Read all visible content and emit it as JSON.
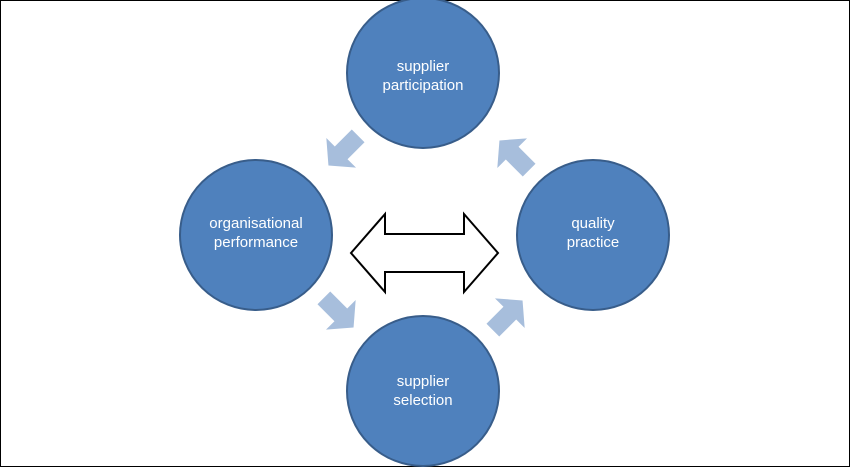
{
  "diagram": {
    "nodes": {
      "top": {
        "line1": "supplier",
        "line2": "participation"
      },
      "left": {
        "line1": "organisational",
        "line2": "performance"
      },
      "right": {
        "line1": "quality",
        "line2": "practice"
      },
      "bottom": {
        "line1": "supplier",
        "line2": "selection"
      }
    }
  },
  "colors": {
    "node_fill": "#4f81bd",
    "node_stroke": "#385d8a",
    "arrow_fill": "#a7bedc",
    "double_arrow_stroke": "#000000",
    "border": "#000000"
  }
}
